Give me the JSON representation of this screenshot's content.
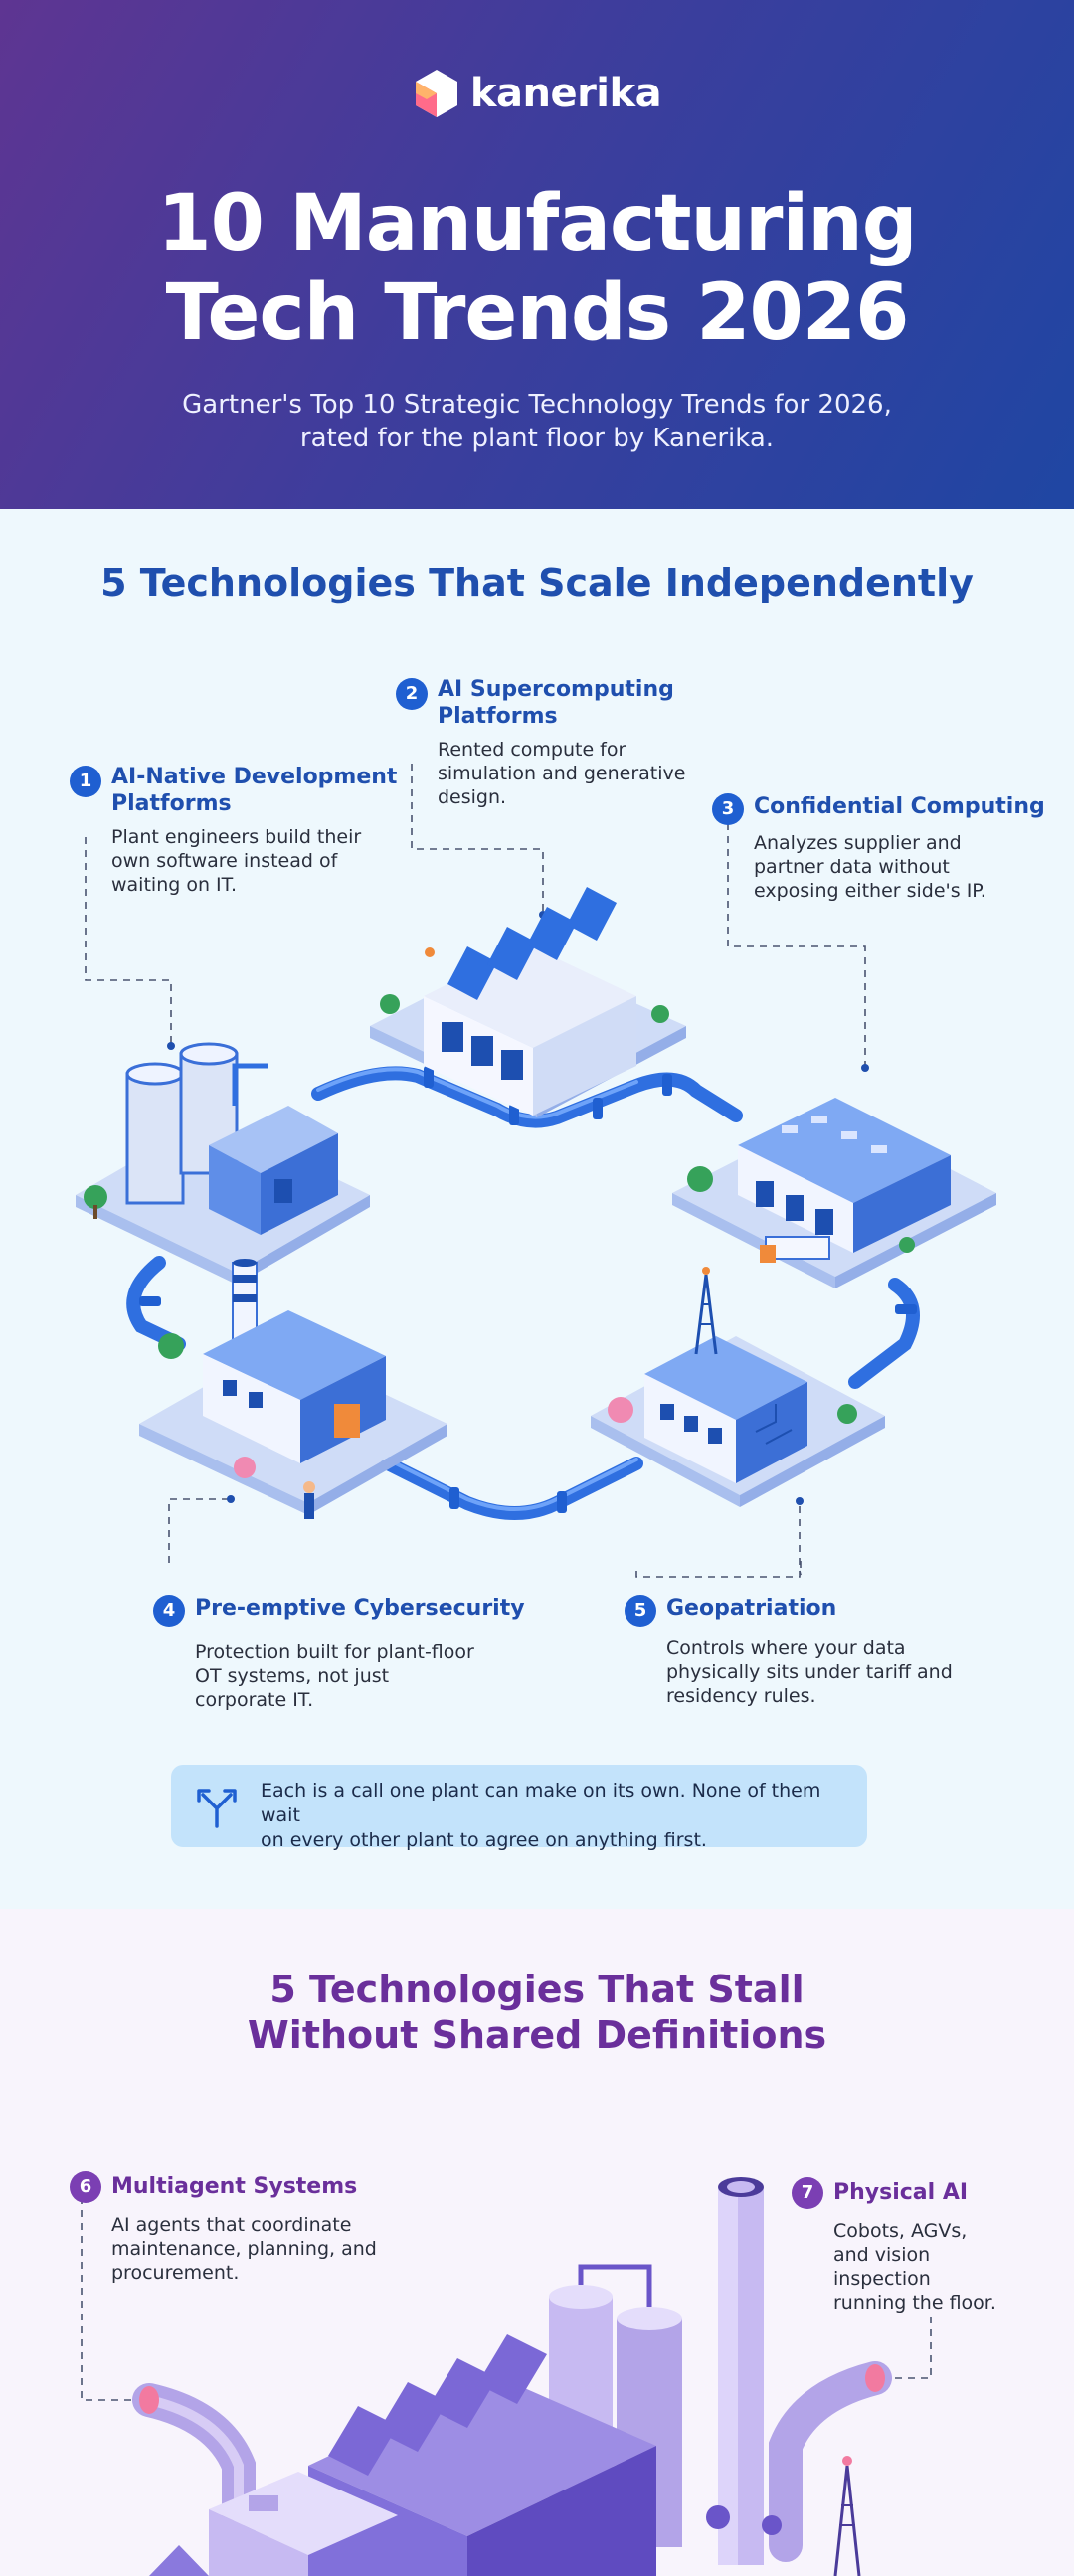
{
  "brand": {
    "name": "kanerika"
  },
  "hero": {
    "title_line1": "10 Manufacturing",
    "title_line2": "Tech Trends 2026",
    "subtitle_line1": "Gartner's Top 10 Strategic Technology Trends for 2026,",
    "subtitle_line2": "rated for the plant floor by Kanerika."
  },
  "section1": {
    "title": "5 Technologies That Scale Independently",
    "items": [
      {
        "num": "1",
        "title_line1": "AI-Native Development",
        "title_line2": "Platforms",
        "desc_lines": [
          "Plant engineers build their",
          "own software instead of",
          "waiting on IT."
        ]
      },
      {
        "num": "2",
        "title_line1": "AI Supercomputing",
        "title_line2": "Platforms",
        "desc_lines": [
          "Rented compute for",
          "simulation and generative",
          "design."
        ]
      },
      {
        "num": "3",
        "title_line1": "Confidential Computing",
        "title_line2": "",
        "desc_lines": [
          "Analyzes supplier and",
          "partner data without",
          "exposing either side's IP."
        ]
      },
      {
        "num": "4",
        "title_line1": "Pre-emptive Cybersecurity",
        "title_line2": "",
        "desc_lines": [
          "Protection built for plant-floor",
          "OT systems, not just",
          "corporate IT."
        ]
      },
      {
        "num": "5",
        "title_line1": "Geopatriation",
        "title_line2": "",
        "desc_lines": [
          "Controls where your data",
          "physically sits under tariff and",
          "residency rules."
        ]
      }
    ],
    "note_line1": "Each is a call one plant can make on its own. None of them wait",
    "note_line2": "on every other plant to agree on anything first."
  },
  "section2": {
    "title_line1": "5 Technologies That Stall",
    "title_line2": "Without Shared Definitions",
    "items": [
      {
        "num": "6",
        "title": "Multiagent Systems",
        "desc_lines": [
          "AI agents that coordinate",
          "maintenance, planning, and",
          "procurement."
        ]
      },
      {
        "num": "7",
        "title": "Physical AI",
        "desc_lines": [
          "Cobots, AGVs,",
          "and vision",
          "inspection",
          "running the floor."
        ]
      }
    ]
  },
  "colors": {
    "blue_accent": "#1f5fd1",
    "purple_accent": "#7b3fb3",
    "hero_start": "#5e3592",
    "hero_end": "#1f46a3"
  },
  "icons": [
    "logo-hexagon-icon",
    "split-arrow-icon"
  ]
}
